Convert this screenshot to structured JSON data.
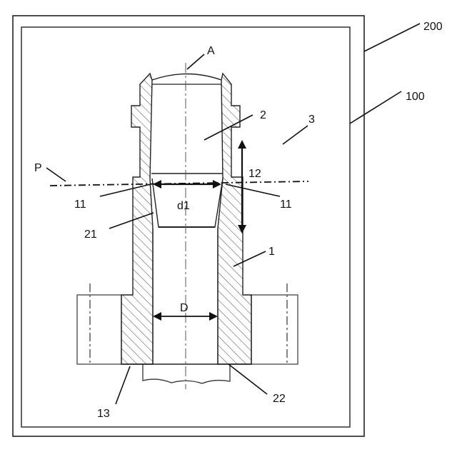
{
  "labels": {
    "ref_200": "200",
    "ref_100": "100",
    "ref_A": "A",
    "ref_2": "2",
    "ref_3": "3",
    "ref_P": "P",
    "ref_12": "12",
    "ref_11_left": "11",
    "ref_11_right": "11",
    "ref_d1": "d1",
    "ref_21": "21",
    "ref_1": "1",
    "ref_D": "D",
    "ref_13": "13",
    "ref_22": "22"
  },
  "colors": {
    "line": "#222222",
    "hatch": "#555555",
    "background": "#ffffff"
  }
}
